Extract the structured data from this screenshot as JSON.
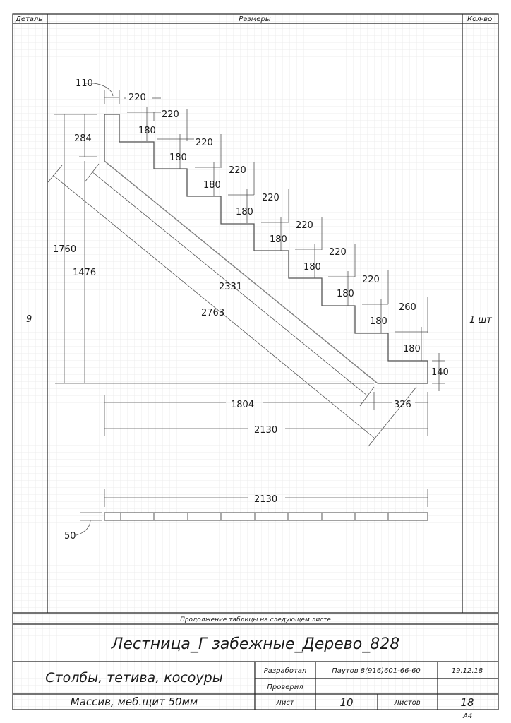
{
  "header": {
    "detail": "Деталь",
    "sizes": "Размеры",
    "qty": "Кол-во"
  },
  "row": {
    "detail_value": "9",
    "qty_value": "1 шт"
  },
  "dims": {
    "d110": "110",
    "d284": "284",
    "d1760": "1760",
    "d1476": "1476",
    "d2331": "2331",
    "d2763": "2763",
    "d1804": "1804",
    "d326": "326",
    "d2130a": "2130",
    "d2130b": "2130",
    "d140": "140",
    "d50": "50",
    "tread220": "220",
    "rise180": "180",
    "tread260": "260"
  },
  "footer": {
    "continued": "Продолжение таблицы на следующем листе",
    "title": "Лестница_Г забежные_Дерево_828",
    "subtitle": "Столбы, тетива, косоуры",
    "material": "Массив, меб.щит 50мм",
    "developed_label": "Разработал",
    "developer": "Паутов 8(916)601-66-60",
    "date": "19.12.18",
    "checked_label": "Проверил",
    "sheet_label": "Лист",
    "sheet_value": "10",
    "sheets_label": "Листов",
    "sheets_value": "18",
    "format": "А4"
  }
}
